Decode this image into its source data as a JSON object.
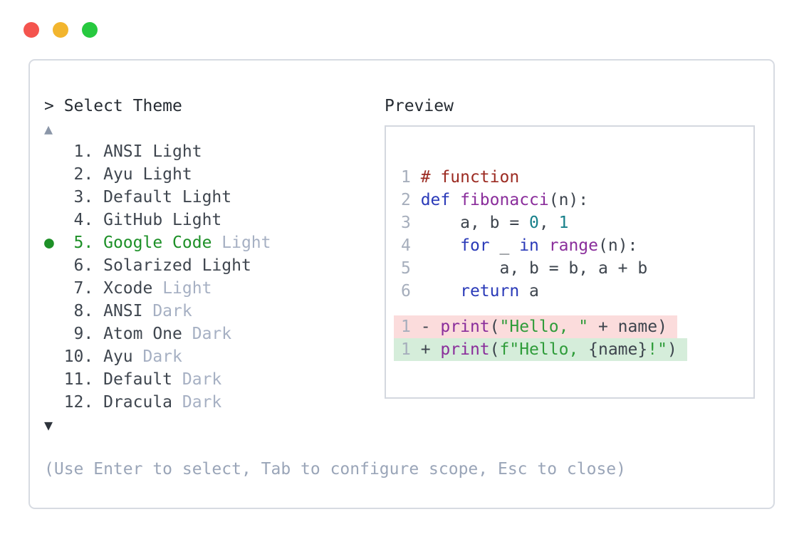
{
  "colors": {
    "traffic_red": "#f4544e",
    "traffic_yellow": "#f2b52e",
    "traffic_green": "#27c93f",
    "prompt_text": "#262c33",
    "item_text": "#3f464f",
    "selected_green": "#1d9027",
    "muted": "#a6b0c3",
    "hint": "#9aa5b8",
    "arrow_up": "#8b96a8",
    "arrow_down": "#2e343c",
    "lineno": "#a6aebc",
    "code_text": "#3d444d",
    "comment": "#9c2b22",
    "keyword": "#2a3ab8",
    "func": "#8a2d9b",
    "number": "#17808a",
    "string": "#2f9c3a",
    "diff_removed_bg": "#fbdcdc",
    "diff_added_bg": "#d5edda"
  },
  "picker": {
    "prompt": "> Select Theme",
    "up_arrow": "▲",
    "down_arrow": "▼",
    "hint": "(Use Enter to select, Tab to configure scope, Esc to close)",
    "items": [
      {
        "num": "1",
        "name": "ANSI Light",
        "suffix": "",
        "selected": false
      },
      {
        "num": "2",
        "name": "Ayu Light",
        "suffix": "",
        "selected": false
      },
      {
        "num": "3",
        "name": "Default Light",
        "suffix": "",
        "selected": false
      },
      {
        "num": "4",
        "name": "GitHub Light",
        "suffix": "",
        "selected": false
      },
      {
        "num": "5",
        "name": "Google Code",
        "suffix": "Light",
        "selected": true
      },
      {
        "num": "6",
        "name": "Solarized Light",
        "suffix": "",
        "selected": false
      },
      {
        "num": "7",
        "name": "Xcode",
        "suffix": "Light",
        "selected": false
      },
      {
        "num": "8",
        "name": "ANSI",
        "suffix": "Dark",
        "selected": false
      },
      {
        "num": "9",
        "name": "Atom One",
        "suffix": "Dark",
        "selected": false
      },
      {
        "num": "10",
        "name": "Ayu",
        "suffix": "Dark",
        "selected": false
      },
      {
        "num": "11",
        "name": "Default",
        "suffix": "Dark",
        "selected": false
      },
      {
        "num": "12",
        "name": "Dracula",
        "suffix": "Dark",
        "selected": false
      }
    ]
  },
  "preview": {
    "label": "Preview",
    "code_lines": [
      {
        "no": "1",
        "tokens": [
          {
            "t": "# function",
            "c": "comment"
          }
        ]
      },
      {
        "no": "2",
        "tokens": [
          {
            "t": "def",
            "c": "keyword"
          },
          {
            "t": " ",
            "c": "text"
          },
          {
            "t": "fibonacci",
            "c": "func"
          },
          {
            "t": "(n):",
            "c": "text"
          }
        ]
      },
      {
        "no": "3",
        "tokens": [
          {
            "t": "    a, b = ",
            "c": "text"
          },
          {
            "t": "0",
            "c": "number"
          },
          {
            "t": ", ",
            "c": "text"
          },
          {
            "t": "1",
            "c": "number"
          }
        ]
      },
      {
        "no": "4",
        "tokens": [
          {
            "t": "    ",
            "c": "text"
          },
          {
            "t": "for",
            "c": "keyword"
          },
          {
            "t": " _ ",
            "c": "text"
          },
          {
            "t": "in",
            "c": "keyword"
          },
          {
            "t": " ",
            "c": "text"
          },
          {
            "t": "range",
            "c": "func"
          },
          {
            "t": "(n):",
            "c": "text"
          }
        ]
      },
      {
        "no": "5",
        "tokens": [
          {
            "t": "        a, b = b, a + b",
            "c": "text"
          }
        ]
      },
      {
        "no": "6",
        "tokens": [
          {
            "t": "    ",
            "c": "text"
          },
          {
            "t": "return",
            "c": "keyword"
          },
          {
            "t": " a",
            "c": "text"
          }
        ]
      }
    ],
    "diff_lines": [
      {
        "no": "1",
        "kind": "removed",
        "tokens": [
          {
            "t": "- ",
            "c": "text"
          },
          {
            "t": "print",
            "c": "func"
          },
          {
            "t": "(",
            "c": "text"
          },
          {
            "t": "\"Hello, \"",
            "c": "string"
          },
          {
            "t": " + name)",
            "c": "text"
          }
        ]
      },
      {
        "no": "1",
        "kind": "added",
        "tokens": [
          {
            "t": "+ ",
            "c": "text"
          },
          {
            "t": "print",
            "c": "func"
          },
          {
            "t": "(",
            "c": "text"
          },
          {
            "t": "f\"Hello, ",
            "c": "string"
          },
          {
            "t": "{name}",
            "c": "text"
          },
          {
            "t": "!\"",
            "c": "string"
          },
          {
            "t": ")",
            "c": "text"
          }
        ]
      }
    ]
  }
}
